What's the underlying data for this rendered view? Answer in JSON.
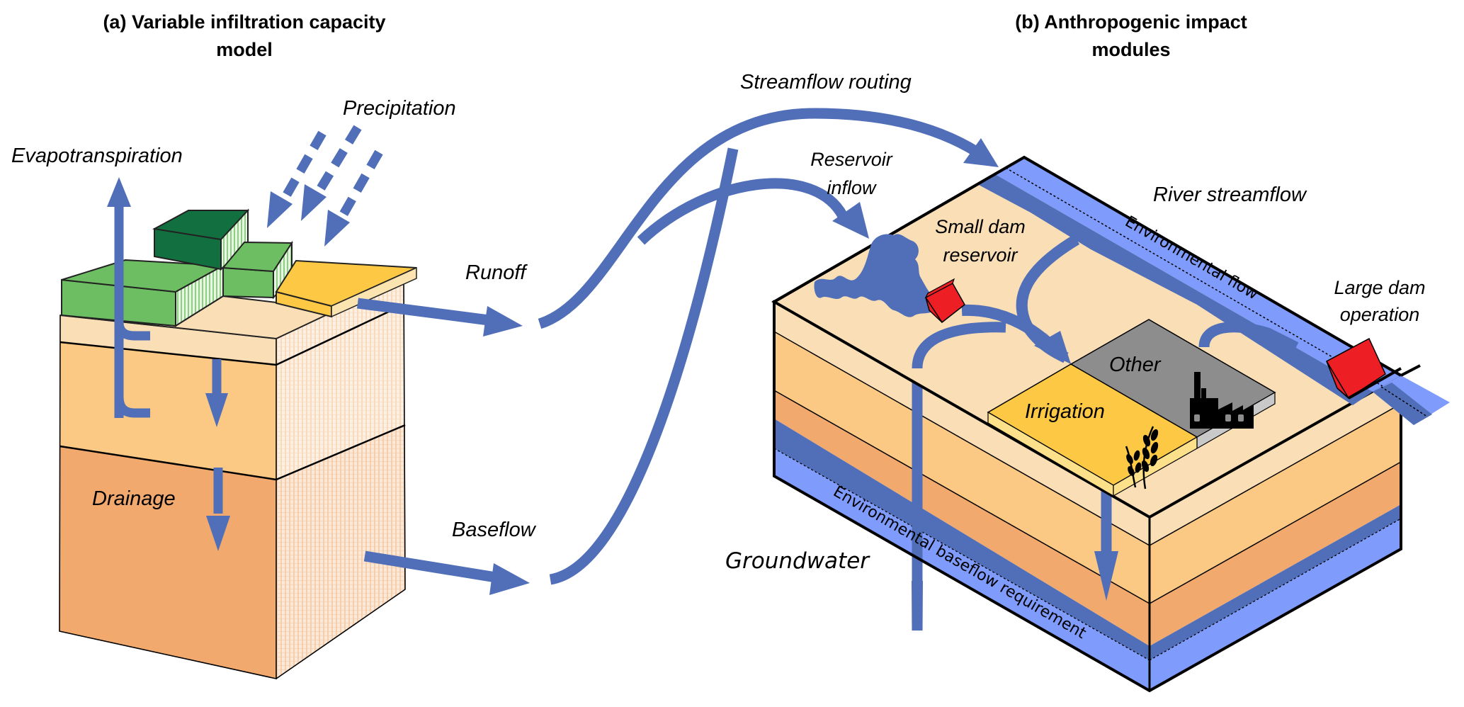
{
  "panels": {
    "a": {
      "title_line1": "(a) Variable infiltration capacity",
      "title_line2": "model",
      "labels": {
        "precipitation": "Precipitation",
        "evapotranspiration": "Evapotranspiration",
        "runoff": "Runoff",
        "drainage": "Drainage",
        "baseflow": "Baseflow"
      }
    },
    "b": {
      "title_line1": "(b) Anthropogenic impact",
      "title_line2": "modules",
      "labels": {
        "streamflow_routing": "Streamflow routing",
        "reservoir_inflow_line1": "Reservoir",
        "reservoir_inflow_line2": "inflow",
        "river_streamflow": "River streamflow",
        "small_dam_line1": "Small dam",
        "small_dam_line2": "reservoir",
        "environmental_flow": "Environmental flow",
        "large_dam_line1": "Large dam",
        "large_dam_line2": "operation",
        "other": "Other",
        "irrigation": "Irrigation",
        "groundwater": "Groundwater",
        "environmental_baseflow": "Environmental baseflow requirement"
      }
    }
  },
  "colors": {
    "flow_arrow": "#506fb8",
    "river_light": "#7f9bfb",
    "soil_top": "#f9deb6",
    "soil_mid": "#fbc983",
    "soil_deep": "#f1a96e",
    "vegetation_light": "#6dbd62",
    "vegetation_dark": "#127040",
    "bare_tile": "#fdc843",
    "irrigation_field": "#fdc843",
    "other_field": "#8d8d8d",
    "dam": "#ee1f24"
  },
  "icons": [
    "factory-icon",
    "wheat-icon",
    "small-dam-icon",
    "large-dam-icon",
    "reservoir-lake-icon"
  ]
}
